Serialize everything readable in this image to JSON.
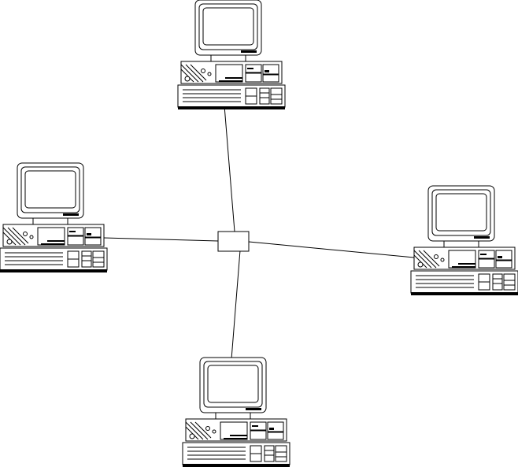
{
  "diagram": {
    "type": "star-network-topology",
    "hub": {
      "icon": "hub-icon"
    },
    "nodes": [
      {
        "icon": "desktop-computer-icon",
        "position": "top"
      },
      {
        "icon": "desktop-computer-icon",
        "position": "left"
      },
      {
        "icon": "desktop-computer-icon",
        "position": "right"
      },
      {
        "icon": "desktop-computer-icon",
        "position": "bottom"
      }
    ],
    "line_color": "#000000",
    "background": "#ffffff"
  }
}
